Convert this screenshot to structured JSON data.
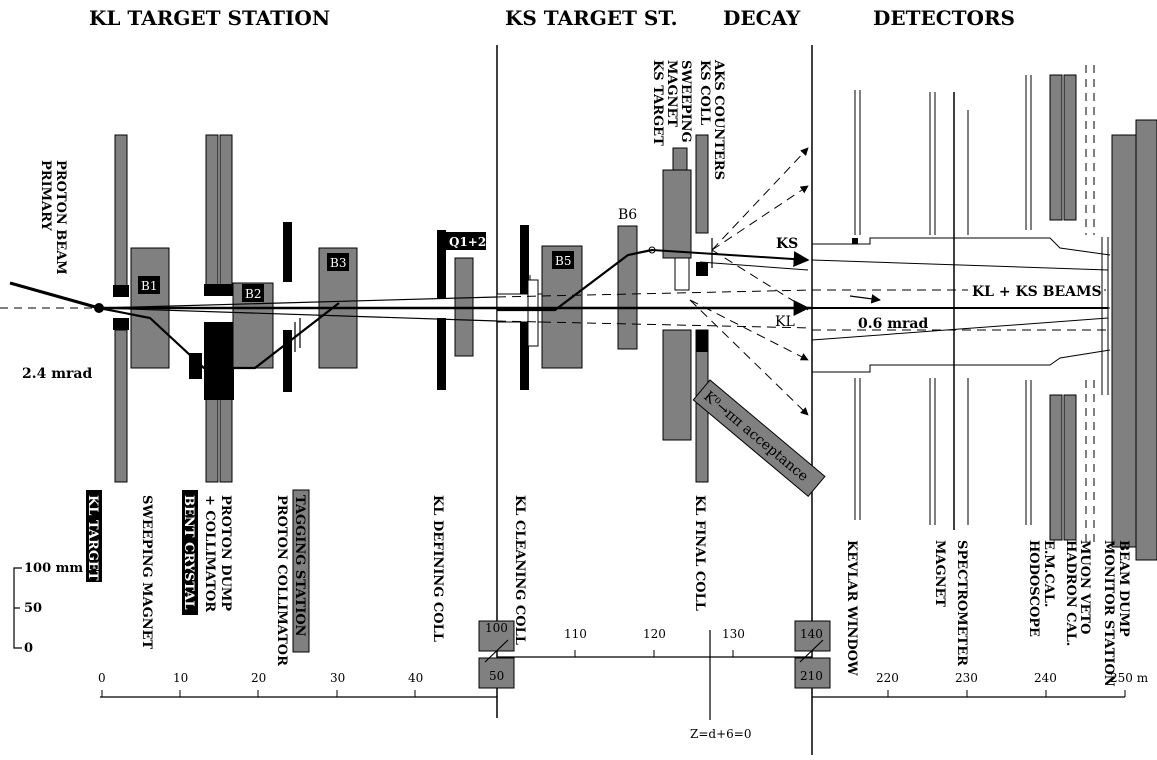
{
  "headers": {
    "kl_target_station": "KL TARGET STATION",
    "ks_target_station": "KS TARGET ST.",
    "decay": "DECAY",
    "detectors": "DETECTORS"
  },
  "magnets": {
    "b1": "B1",
    "b2": "B2",
    "b3": "B3",
    "b5": "B5",
    "b6": "B6",
    "q12": "Q1+2"
  },
  "annotations": {
    "primary_beam": [
      "PRIMARY",
      "PROTON BEAM"
    ],
    "angle_24": "2.4 mrad",
    "angle_06": "0.6 mrad",
    "ks": "KS",
    "kl": "KL",
    "kl_ks_beams": "KL + KS BEAMS",
    "acceptance": "K⁰→ππ acceptance",
    "z_label": "Z=d+6=0"
  },
  "top_vertical_labels": {
    "ks_target": "KS TARGET",
    "sweeping": "SWEEPING",
    "magnet": "MAGNET",
    "ks_coll": "KS COLL",
    "aks_counters": "AKS COUNTERS"
  },
  "bottom_vertical_labels": {
    "kl_target": "KL TARGET",
    "sweeping_magnet": "SWEEPING MAGNET",
    "bent_crystal": "BENT CRYSTAL",
    "collimator": "+ COLLIMATOR",
    "proton_dump": "PROTON DUMP",
    "tagging_station": "TAGGING STATION",
    "proton_collimator": "PROTON COLLIMATOR",
    "kl_defining_coll": "KL DEFINING COLL",
    "kl_cleaning_coll": "KL CLEANING COLL",
    "kl_final_coll": "KL FINAL COLL",
    "kevlar_window": "KEVLAR WINDOW",
    "magnet": "MAGNET",
    "spectrometer": "SPECTROMETER",
    "hodoscope": "HODOSCOPE",
    "em_cal": "E.M.CAL.",
    "hadron_cal": "HADRON CAL.",
    "muon_veto": "MUON VETO",
    "monitor_station": "MONITOR STATION",
    "beam_dump": "BEAM DUMP"
  },
  "scale": {
    "s100": "100 mm",
    "s50": "50",
    "s0": "0"
  },
  "axis_ticks": {
    "left": [
      "0",
      "10",
      "20",
      "30",
      "40"
    ],
    "mid": [
      "110",
      "120",
      "130"
    ],
    "right": [
      "220",
      "230",
      "240",
      "250 m"
    ],
    "break_a_top": "100",
    "break_a_bottom": "50",
    "break_b_top": "140",
    "break_b_bottom": "210"
  }
}
